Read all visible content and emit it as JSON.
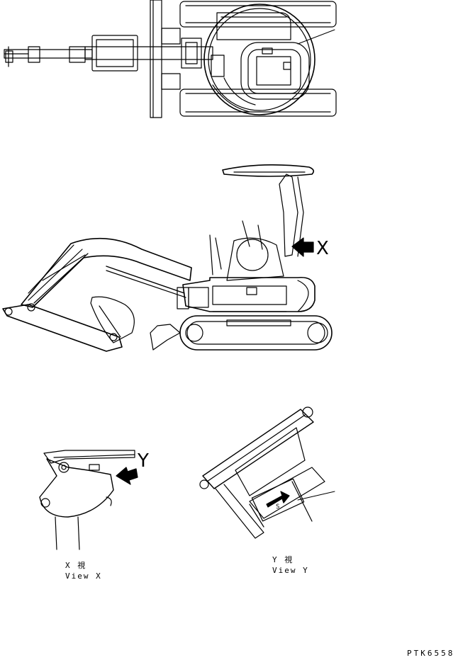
{
  "callouts": {
    "view_x_arrow_label": "X",
    "view_y_arrow_label": "Y"
  },
  "captions": {
    "view_x_jp": "X  視",
    "view_x_en": "View X",
    "view_y_jp": "Y  視",
    "view_y_en": "View Y"
  },
  "decal_text": "S",
  "drawing_number": "PTK6558"
}
